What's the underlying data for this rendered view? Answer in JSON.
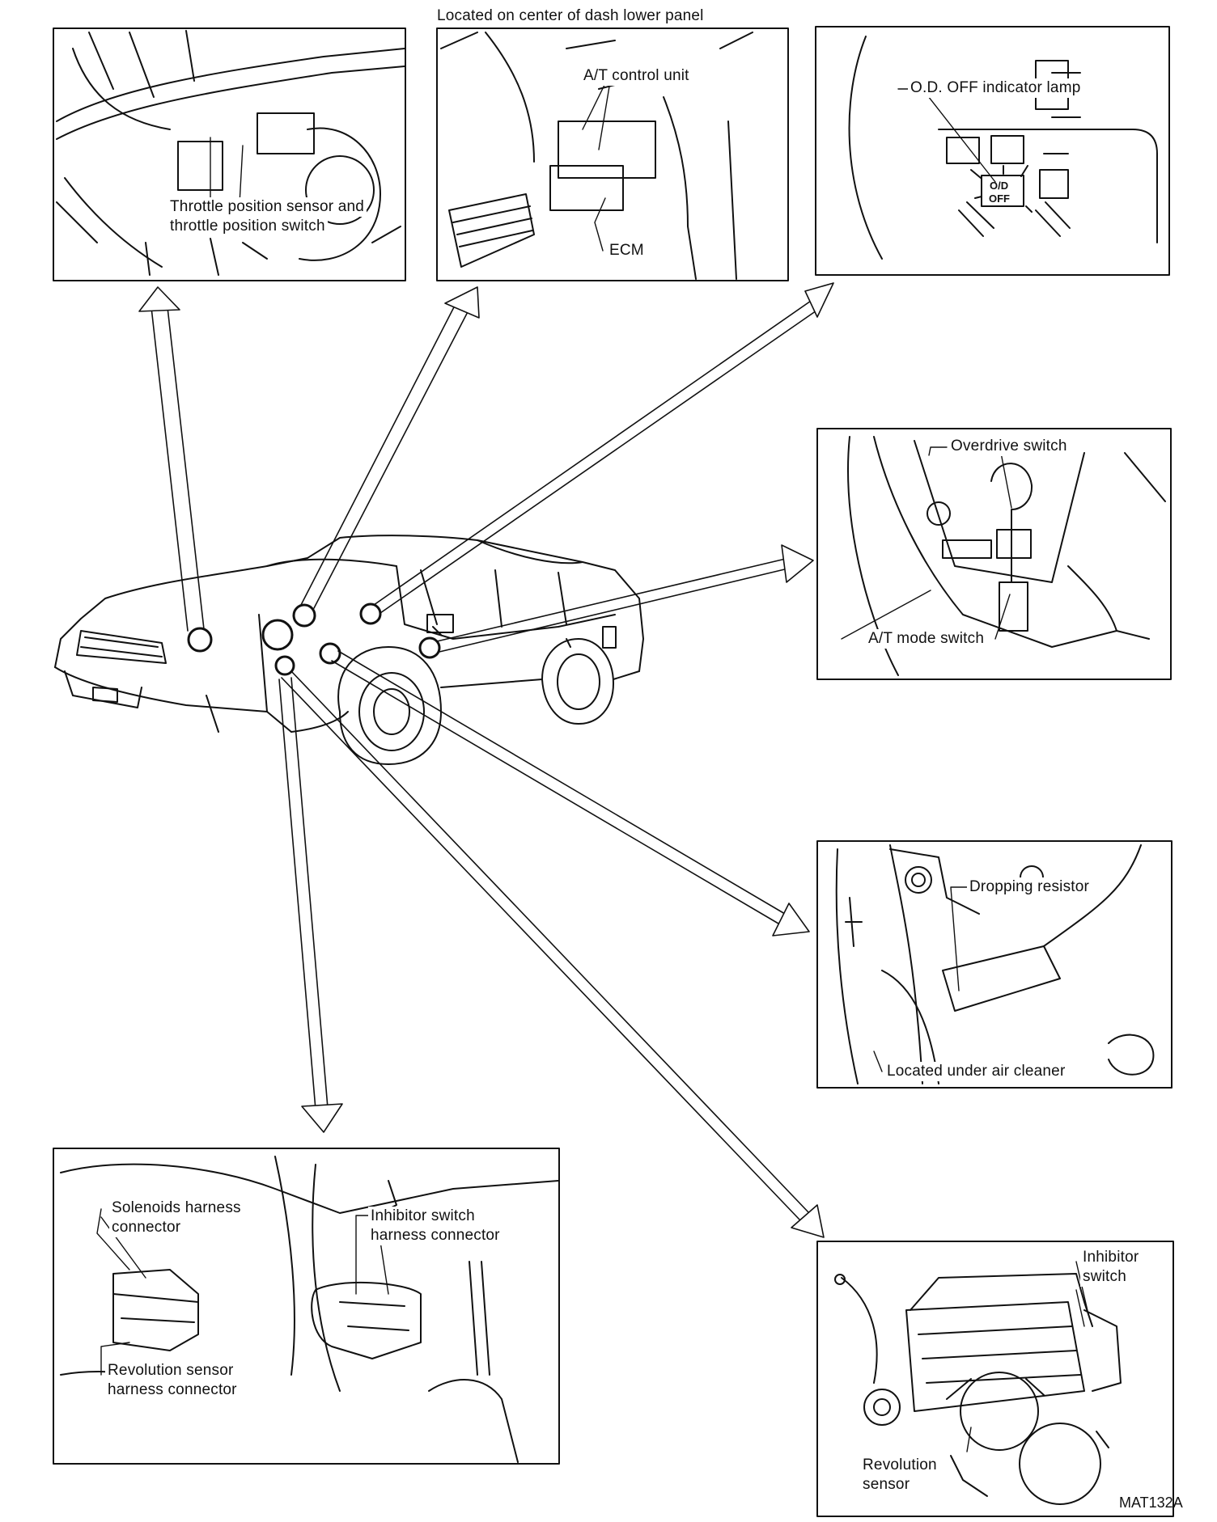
{
  "notes": {
    "dash_top": "Located on center of dash lower panel",
    "under_air_cleaner": "Located under air cleaner"
  },
  "labels": {
    "throttle_line1": "Throttle position sensor and",
    "throttle_line2": "throttle position switch",
    "at_control_unit": "A/T control unit",
    "ecm": "ECM",
    "od_off_lamp": "O.D. OFF indicator lamp",
    "od_lamp_line1": "O/D",
    "od_lamp_line2": "OFF",
    "overdrive_switch": "Overdrive switch",
    "at_mode_switch": "A/T mode switch",
    "dropping_resistor": "Dropping resistor",
    "solenoids_line1": "Solenoids harness",
    "solenoids_line2": "connector",
    "inhibitor_harness_line1": "Inhibitor switch",
    "inhibitor_harness_line2": "harness connector",
    "revolution_harness_line1": "Revolution sensor",
    "revolution_harness_line2": "harness connector",
    "inhibitor_line1": "Inhibitor",
    "inhibitor_line2": "switch",
    "revolution_line1": "Revolution",
    "revolution_line2": "sensor"
  },
  "figure_ref": "MAT132A",
  "colors": {
    "ink": "#111111",
    "paper": "#ffffff"
  }
}
